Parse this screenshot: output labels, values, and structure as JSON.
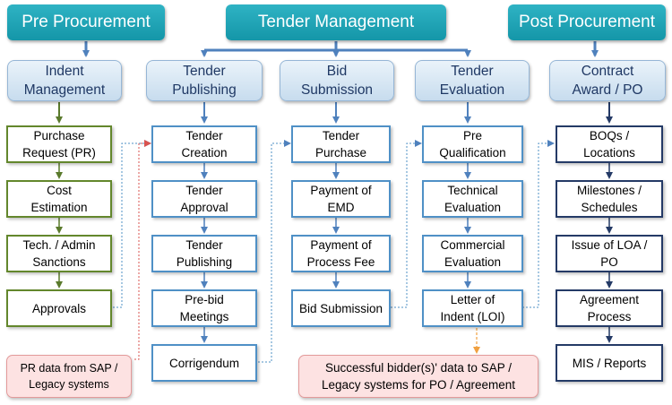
{
  "phases": {
    "pre": "Pre Procurement",
    "tender": "Tender Management",
    "post": "Post Procurement"
  },
  "headers": {
    "indent": "Indent\nManagement",
    "publishing": "Tender\nPublishing",
    "bid": "Bid\nSubmission",
    "evaluation": "Tender\nEvaluation",
    "contract": "Contract\nAward / PO"
  },
  "indent_steps": [
    "Purchase\nRequest (PR)",
    "Cost\nEstimation",
    "Tech. / Admin\nSanctions",
    "Approvals"
  ],
  "publishing_steps": [
    "Tender\nCreation",
    "Tender\nApproval",
    "Tender\nPublishing",
    "Pre-bid\nMeetings",
    "Corrigendum"
  ],
  "bid_steps": [
    "Tender\nPurchase",
    "Payment of\nEMD",
    "Payment of\nProcess Fee",
    "Bid Submission"
  ],
  "evaluation_steps": [
    "Pre\nQualification",
    "Technical\nEvaluation",
    "Commercial\nEvaluation",
    "Letter of\nIndent (LOI)"
  ],
  "contract_steps": [
    "BOQs /\nLocations",
    "Milestones /\nSchedules",
    "Issue of LOA /\nPO",
    "Agreement\nProcess",
    "MIS / Reports"
  ],
  "notes": {
    "pr_data": "PR data from SAP /\nLegacy systems",
    "successful": "Successful bidder(s)' data to SAP /\nLegacy systems for PO / Agreement"
  },
  "colors": {
    "phase": "#1ba3b5",
    "header_text": "#1f3864",
    "indent_border": "#63872c",
    "tender_border": "#4f90c6",
    "contract_border": "#243a66",
    "arrow": "#4f81bd",
    "note_fill": "#fde2e2",
    "dashed_red": "#d9534f",
    "dashed_orange": "#f0a040"
  }
}
